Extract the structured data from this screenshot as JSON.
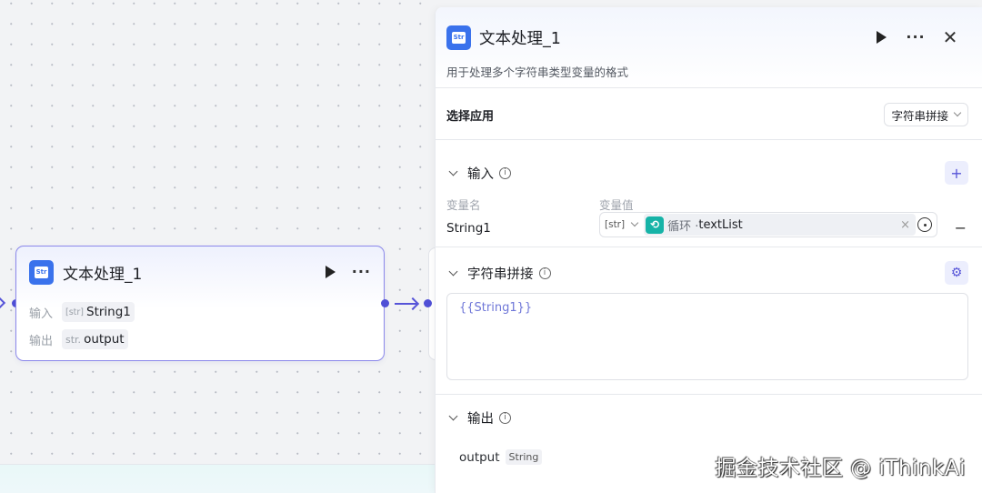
{
  "canvas": {
    "node": {
      "title": "文本处理_1",
      "icon": "puzzle-str-icon",
      "icon_text": "Str",
      "input_label": "输入",
      "input_type": "[str]",
      "input_var": "String1",
      "output_label": "输出",
      "output_type": "str.",
      "output_var": "output"
    },
    "colors": {
      "accent": "#5654d8",
      "node_border": "#8b88ea",
      "icon_bg": "#3a72ec"
    }
  },
  "panel": {
    "title": "文本处理_1",
    "icon_text": "Str",
    "description": "用于处理多个字符串类型变量的格式",
    "close_glyph": "✕",
    "more_glyph": "···",
    "select_app": {
      "label": "选择应用",
      "value": "字符串拼接"
    },
    "input": {
      "title": "输入",
      "add_glyph": "+",
      "col_name": "变量名",
      "col_value": "变量值",
      "rows": [
        {
          "name": "String1",
          "type": "[str]",
          "source": "循环 · ",
          "ref": "textList",
          "clear_glyph": "×",
          "remove_glyph": "−"
        }
      ]
    },
    "concat": {
      "title": "字符串拼接",
      "settings_glyph": "⚙",
      "template": "{{String1}}"
    },
    "output": {
      "title": "输出",
      "name": "output",
      "type": "String"
    }
  },
  "watermark": "掘金技术社区 @ iThinkAi"
}
